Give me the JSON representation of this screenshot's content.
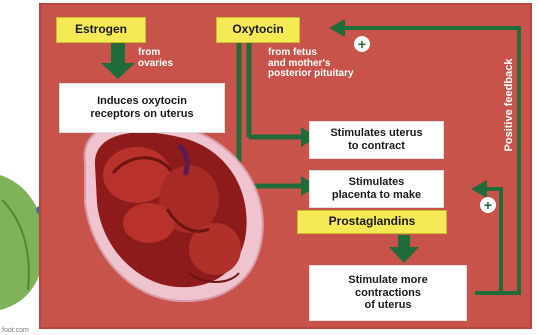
{
  "colors": {
    "background": "#c8534a",
    "arrow": "#1f6b3a",
    "yellow_box": "#f3ea56",
    "white_box": "#ffffff"
  },
  "nodes": {
    "estrogen": "Estrogen",
    "oxytocin": "Oxytocin",
    "induces": "Induces oxytocin\nreceptors on uterus",
    "stimulates_uterus": "Stimulates uterus\nto contract",
    "stimulates_placenta": "Stimulates\nplacenta to make",
    "prostaglandins": "Prostaglandins",
    "stimulate_more": "Stimulate more\ncontractions\nof uterus"
  },
  "labels": {
    "from_ovaries": "from\novaries",
    "from_fetus": "from fetus\nand mother's\nposterior pituitary",
    "positive_feedback": "Positive feedback",
    "plus_top": "+",
    "plus_bottom": "+"
  },
  "watermark": "foot.com",
  "icons": {
    "fetus": "fetus-in-uterus-illustration",
    "leaf": "leaf-decoration"
  }
}
